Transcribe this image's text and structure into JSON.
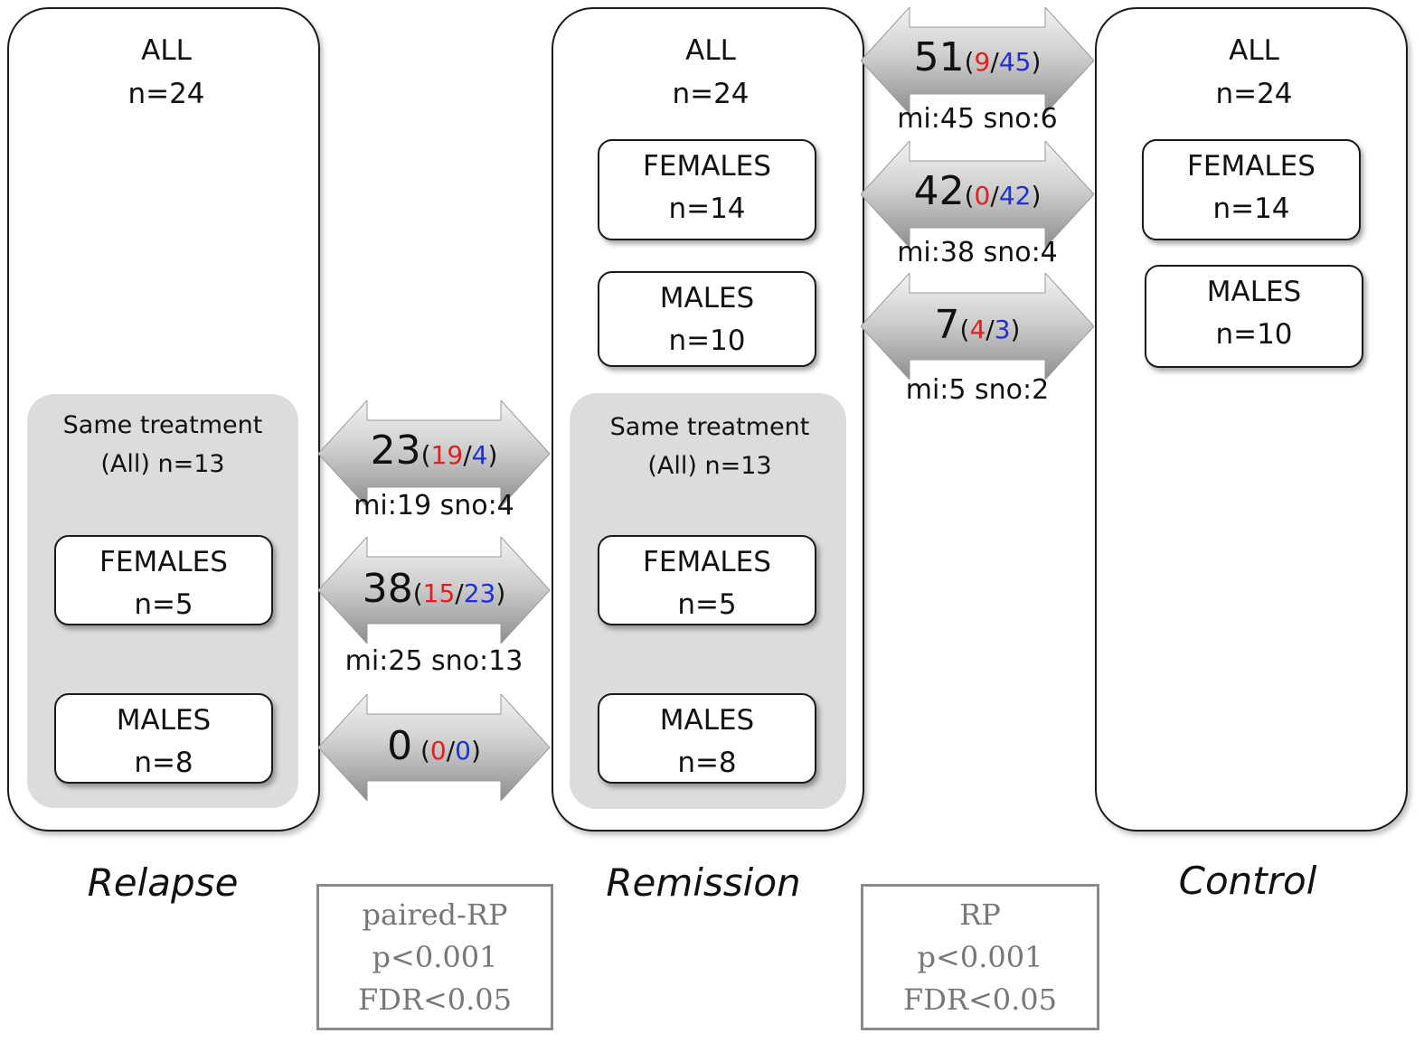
{
  "groups": {
    "relapse": {
      "all": "ALL",
      "n": "n=24",
      "title": "Relapse",
      "same": {
        "l1": "Same treatment",
        "l2": "(All) n=13"
      },
      "females": {
        "label": "FEMALES",
        "n": "n=5"
      },
      "males": {
        "label": "MALES",
        "n": "n=8"
      }
    },
    "remission": {
      "all": "ALL",
      "n": "n=24",
      "title": "Remission",
      "females": {
        "label": "FEMALES",
        "n": "n=14"
      },
      "males": {
        "label": "MALES",
        "n": "n=10"
      },
      "same": {
        "l1": "Same treatment",
        "l2": "(All) n=13"
      },
      "s_females": {
        "label": "FEMALES",
        "n": "n=5"
      },
      "s_males": {
        "label": "MALES",
        "n": "n=8"
      }
    },
    "control": {
      "all": "ALL",
      "n": "n=24",
      "title": "Control",
      "females": {
        "label": "FEMALES",
        "n": "n=14"
      },
      "males": {
        "label": "MALES",
        "n": "n=10"
      }
    }
  },
  "arrows": {
    "rc_all": {
      "total": "51",
      "up": "9",
      "down": "45",
      "detail": "mi:45 sno:6"
    },
    "rc_females": {
      "total": "42",
      "up": "0",
      "down": "42",
      "detail": "mi:38 sno:4"
    },
    "rc_males": {
      "total": "7",
      "up": "4",
      "down": "3",
      "detail": "mi:5 sno:2"
    },
    "rr_all": {
      "total": "23",
      "up": "19",
      "down": "4",
      "detail": "mi:19 sno:4"
    },
    "rr_females": {
      "total": "38",
      "up": "15",
      "down": "23",
      "detail": "mi:25 sno:13"
    },
    "rr_males": {
      "total": "0",
      "up": "0",
      "down": "0",
      "detail": ""
    }
  },
  "notes": {
    "paired": {
      "l1": "paired-RP",
      "l2": "p<0.001",
      "l3": "FDR<0.05"
    },
    "rp": {
      "l1": "RP",
      "l2": "p<0.001",
      "l3": "FDR<0.05"
    }
  },
  "colors": {
    "up": "#e02020",
    "down": "#2030d0",
    "arrow": "#c8c8c8",
    "same_box": "#dcdcdc"
  }
}
